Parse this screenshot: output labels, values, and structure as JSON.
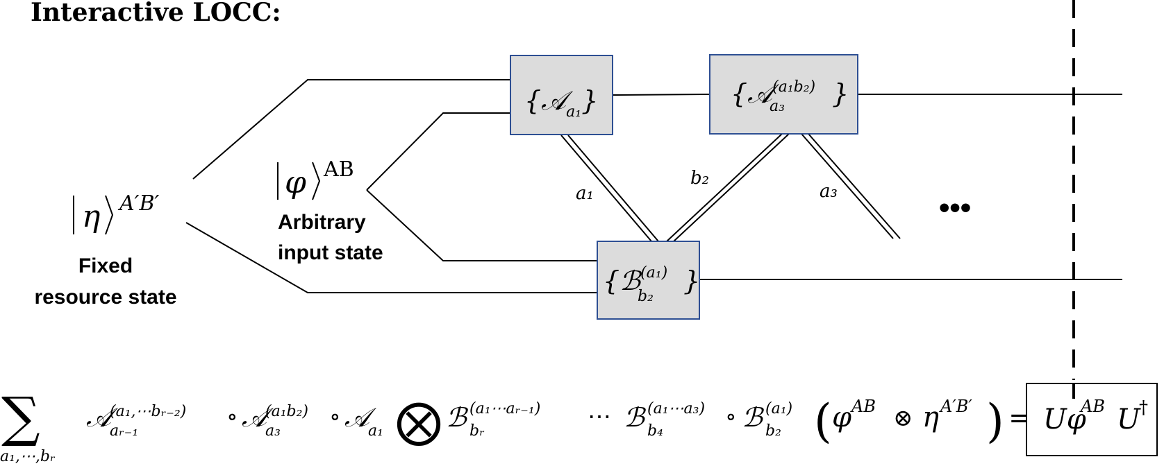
{
  "title": "Interactive LOCC:",
  "resource": {
    "ket_symbol": "η",
    "superscript": "A′B′",
    "caption_line1": "Fixed",
    "caption_line2": "resource state"
  },
  "input": {
    "ket_symbol": "φ",
    "superscript": "AB",
    "caption_line1": "Arbitrary",
    "caption_line2": "input state"
  },
  "boxes": {
    "A1": {
      "label": "{𝒜",
      "sub": "a₁",
      "close": "}"
    },
    "A3": {
      "label": "{𝒜",
      "sup": "(a₁b₂)",
      "sub": "a₃",
      "close": "}"
    },
    "B2": {
      "label": "{ℬ",
      "sup": "(a₁)",
      "sub": "b₂",
      "close": "}"
    }
  },
  "classical_labels": {
    "a1": "a₁",
    "b2": "b₂",
    "a3": "a₃"
  },
  "ellipsis": "•••",
  "equation": {
    "sum": "∑",
    "sum_index": "a₁,⋯,bᵣ",
    "t1": "𝒜",
    "t1_sup": "(a₁,⋯bᵣ₋₂)",
    "t1_sub": "aᵣ₋₁",
    "op1": "∘",
    "t2": "𝒜",
    "t2_sup": "(a₁b₂)",
    "t2_sub": "a₃",
    "op2": "∘",
    "t3": "𝒜",
    "t3_sub": "a₁",
    "tensor": "⨂",
    "t4": "ℬ",
    "t4_sup": "(a₁⋯aᵣ₋₁)",
    "t4_sub": "bᵣ",
    "dots": "⋯",
    "t5": "ℬ",
    "t5_sup": "(a₁⋯a₃)",
    "t5_sub": "b₄",
    "op3": "∘",
    "t6": "ℬ",
    "t6_sup": "(a₁)",
    "t6_sub": "b₂",
    "lparen": "(",
    "phi": "φ",
    "phi_sup": "AB",
    "otimes": "⊗",
    "eta": "η",
    "eta_sup": "A′B′",
    "rparen": ")",
    "equals": "=",
    "result": "Uφ",
    "result_sup": "AB",
    "result_u": "U",
    "result_dag": "†"
  }
}
